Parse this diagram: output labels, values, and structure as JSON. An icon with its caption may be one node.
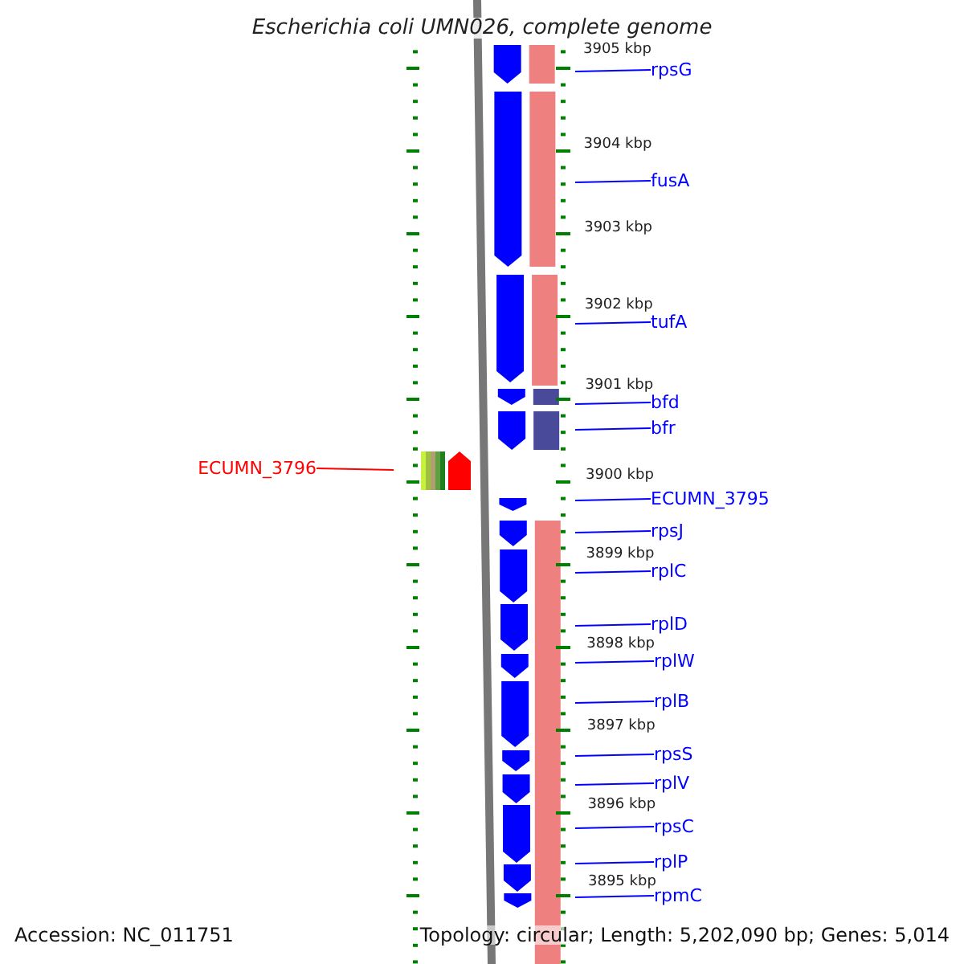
{
  "diagram": {
    "title": "Escherichia coli UMN026, complete genome",
    "nodes": [
      {
        "text": [
          "rpsG"
        ]
      },
      {
        "text": [
          "fusA"
        ]
      },
      {
        "text": [
          "tufA"
        ]
      },
      {
        "text": [
          "bfd"
        ]
      },
      {
        "text": [
          "bfr"
        ]
      },
      {
        "text": [
          "ECUMN_3796"
        ]
      },
      {
        "text": [
          "ECUMN_3795"
        ]
      },
      {
        "text": [
          "rpsJ"
        ]
      },
      {
        "text": [
          "rplC"
        ]
      },
      {
        "text": [
          "rplD"
        ]
      },
      {
        "text": [
          "rplW"
        ]
      },
      {
        "text": [
          "rplB"
        ]
      },
      {
        "text": [
          "rpsS"
        ]
      },
      {
        "text": [
          "rplV"
        ]
      },
      {
        "text": [
          "rpsC"
        ]
      },
      {
        "text": [
          "rplP"
        ]
      },
      {
        "text": [
          "rpmC"
        ]
      }
    ],
    "edges": [
      {
        "from": 0,
        "to": null,
        "arrow": "none"
      },
      {
        "from": 1,
        "to": null,
        "arrow": "none"
      },
      {
        "from": 2,
        "to": null,
        "arrow": "none"
      },
      {
        "from": 3,
        "to": null,
        "arrow": "none"
      },
      {
        "from": 4,
        "to": null,
        "arrow": "none"
      },
      {
        "from": 5,
        "to": null,
        "arrow": "none",
        "color": "#ff0000"
      },
      {
        "from": 6,
        "to": null,
        "arrow": "none"
      },
      {
        "from": 7,
        "to": null,
        "arrow": "none"
      },
      {
        "from": 8,
        "to": null,
        "arrow": "none"
      },
      {
        "from": 9,
        "to": null,
        "arrow": "none"
      },
      {
        "from": 10,
        "to": null,
        "arrow": "none"
      },
      {
        "from": 11,
        "to": null,
        "arrow": "none"
      },
      {
        "from": 12,
        "to": null,
        "arrow": "none"
      },
      {
        "from": 13,
        "to": null,
        "arrow": "none"
      },
      {
        "from": 14,
        "to": null,
        "arrow": "none"
      },
      {
        "from": 15,
        "to": null,
        "arrow": "none"
      },
      {
        "from": 16,
        "to": null,
        "arrow": "none"
      }
    ],
    "labels": [
      "3905 kbp",
      "3904 kbp",
      "3903 kbp",
      "3902 kbp",
      "3901 kbp",
      "3900 kbp",
      "3899 kbp",
      "3898 kbp",
      "3897 kbp",
      "3896 kbp",
      "3895 kbp",
      "Accession: NC_011751",
      "Topology: circular; Length: 5,202,090 bp; Genes: 5,014"
    ]
  }
}
